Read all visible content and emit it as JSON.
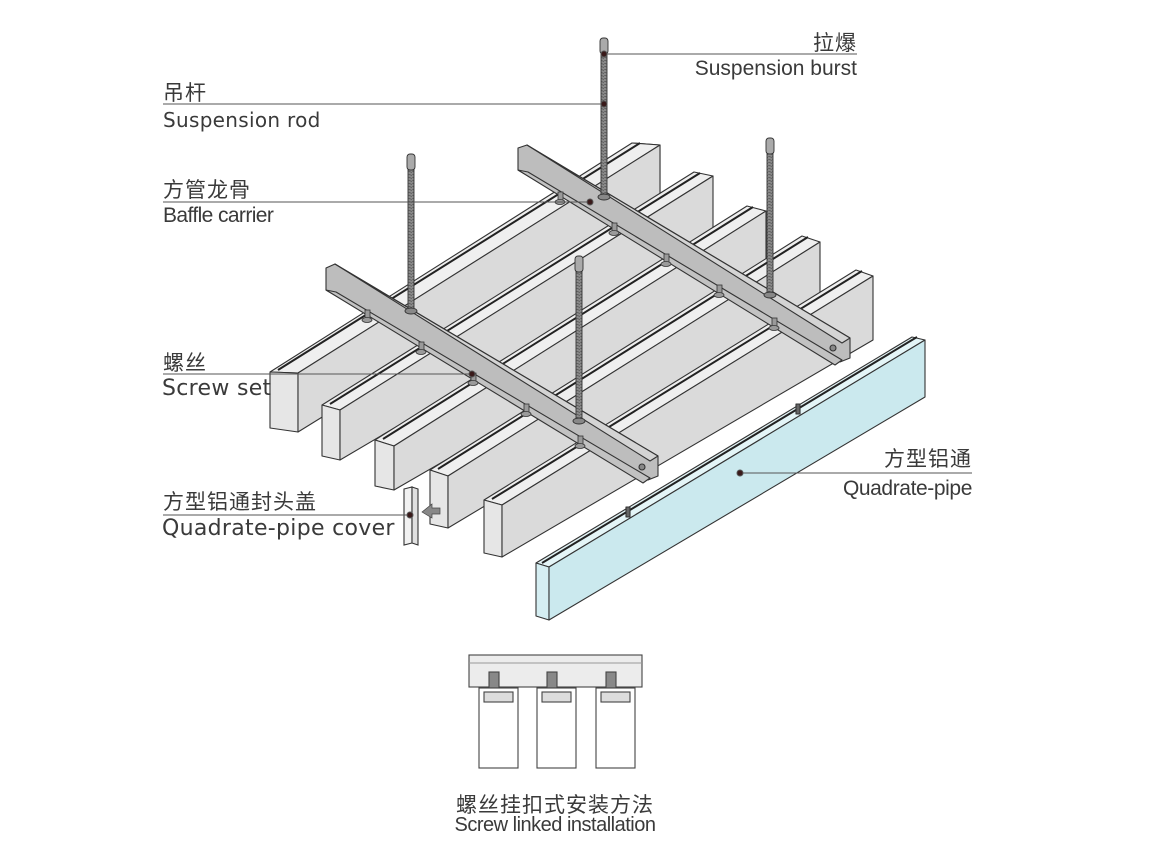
{
  "diagram": {
    "title": "Quadrate-pipe baffle ceiling installation diagram",
    "labels": {
      "suspension_burst": {
        "zh": "拉爆",
        "en": "Suspension burst"
      },
      "suspension_rod": {
        "zh": "吊杆",
        "en": "Suspension rod"
      },
      "baffle_carrier": {
        "zh": "方管龙骨",
        "en": "Baffle carrier"
      },
      "screw_set": {
        "zh": "螺丝",
        "en": "Screw set"
      },
      "pipe_cover": {
        "zh": "方型铝通封头盖",
        "en": "Quadrate-pipe cover"
      },
      "quadrate_pipe": {
        "zh": "方型铝通",
        "en": "Quadrate-pipe"
      },
      "detail": {
        "zh": "螺丝挂扣式安装方法",
        "en": "Screw linked installation"
      }
    },
    "components": {
      "gray_baffles": 5,
      "highlighted_baffles": 1,
      "carriers": 2,
      "suspension_rods": 4,
      "detail_pipes": 3
    },
    "colors": {
      "baffle_face": "#dcdcdc",
      "baffle_top": "#efefef",
      "carrier": "#c9c9c9",
      "highlight_pipe": "#cbe9ee",
      "highlight_top": "#e4f5f7",
      "line": "#3a3a3a",
      "leader": "#555555",
      "text": "#3a3a3a"
    }
  }
}
